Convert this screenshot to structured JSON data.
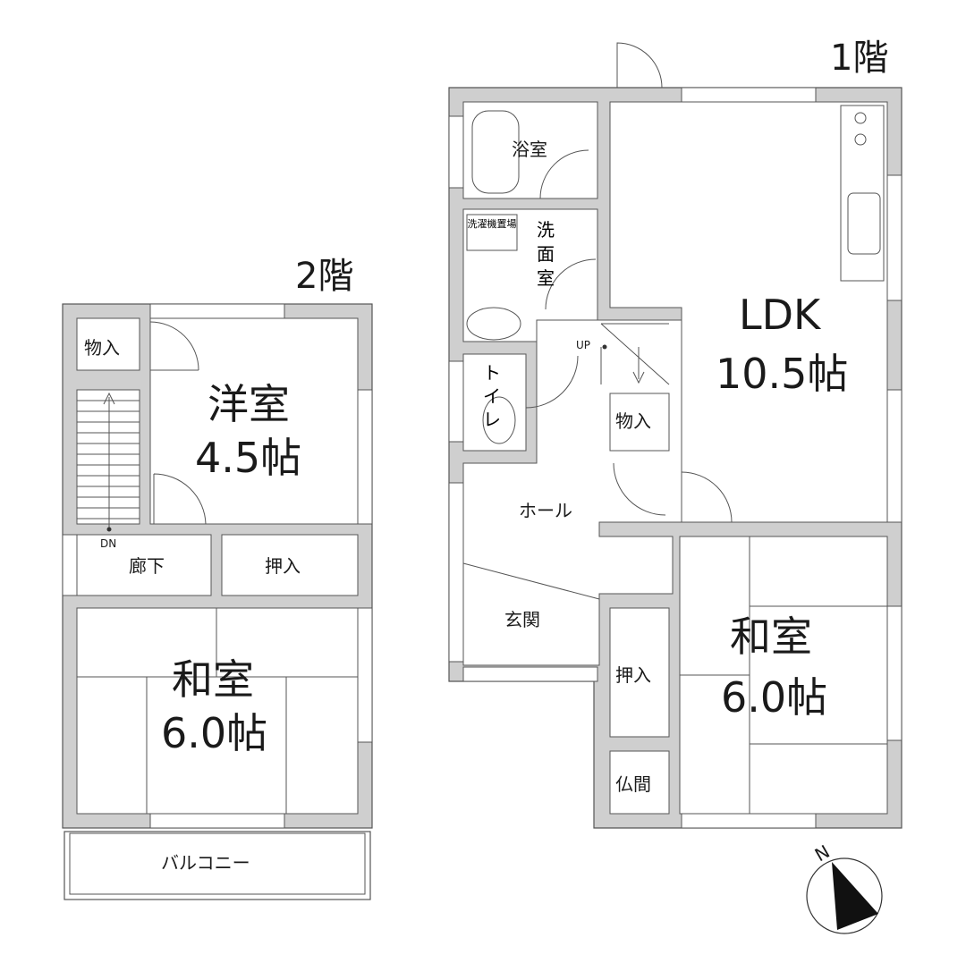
{
  "floor1": {
    "title": "1階",
    "rooms": {
      "bath": "浴室",
      "washer": "洗濯機置場",
      "washroom": "洗面室",
      "toilet": "トイレ",
      "ldk_name": "LDK",
      "ldk_size": "10.5帖",
      "storage": "物入",
      "hall": "ホール",
      "entrance": "玄関",
      "washitsu_name": "和室",
      "washitsu_size": "6.0帖",
      "closet": "押入",
      "butsuma": "仏間"
    },
    "stair_label": "UP"
  },
  "floor2": {
    "title": "2階",
    "rooms": {
      "storage": "物入",
      "youshitsu_name": "洋室",
      "youshitsu_size": "4.5帖",
      "corridor": "廊下",
      "closet": "押入",
      "washitsu_name": "和室",
      "washitsu_size": "6.0帖",
      "balcony": "バルコニー"
    },
    "stair_label": "DN"
  },
  "compass": {
    "label": "N"
  }
}
